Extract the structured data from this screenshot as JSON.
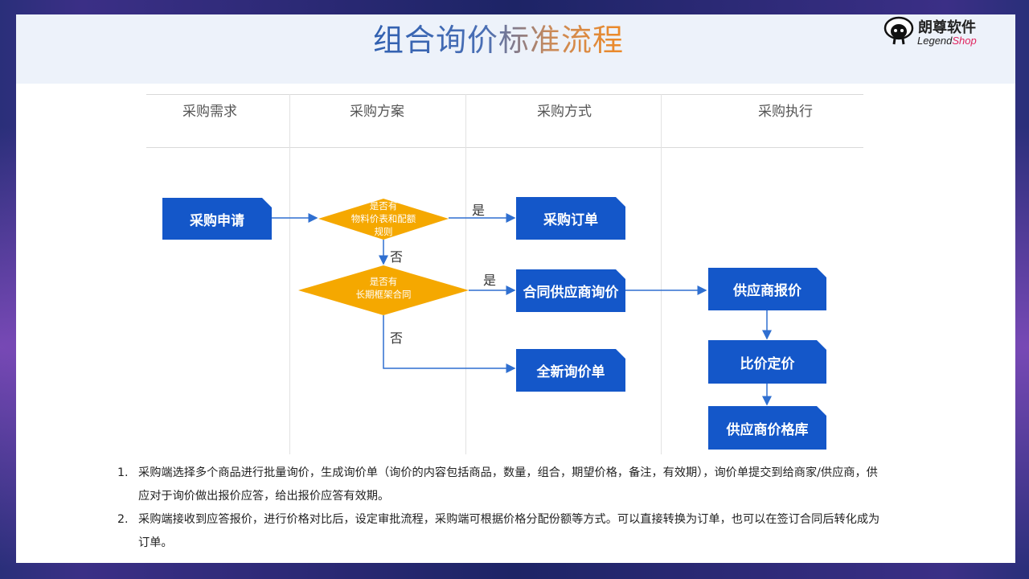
{
  "title": "组合询价标准流程",
  "logo": {
    "cn": "朗尊软件",
    "en_a": "Legend",
    "en_b": "Shop"
  },
  "columns": [
    "采购需求",
    "采购方案",
    "采购方式",
    "采购执行"
  ],
  "nodes": {
    "request": "采购申请",
    "order": "采购订单",
    "contract_inquiry": "合同供应商询价",
    "new_inquiry": "全新询价单",
    "supplier_quote": "供应商报价",
    "compare_price": "比价定价",
    "price_lib": "供应商价格库"
  },
  "decisions": {
    "d1": [
      "是否有",
      "物料价表和配额",
      "规则"
    ],
    "d2": [
      "是否有",
      "长期框架合同"
    ]
  },
  "edge_labels": {
    "yes1": "是",
    "no1": "否",
    "yes2": "是",
    "no2": "否"
  },
  "notes": [
    {
      "num": "1.",
      "text": "采购端选择多个商品进行批量询价，生成询价单（询价的内容包括商品，数量，组合，期望价格，备注，有效期），询价单提交到给商家/供应商，供应对于询价做出报价应答，给出报价应答有效期。"
    },
    {
      "num": "2.",
      "text": "采购端接收到应答报价，进行价格对比后，设定审批流程，采购端可根据价格分配份额等方式。可以直接转换为订单，也可以在签订合同后转化成为订单。"
    }
  ],
  "colors": {
    "box": "#1457c9",
    "diamond": "#f5a800",
    "arrow": "#2f6fd0"
  }
}
